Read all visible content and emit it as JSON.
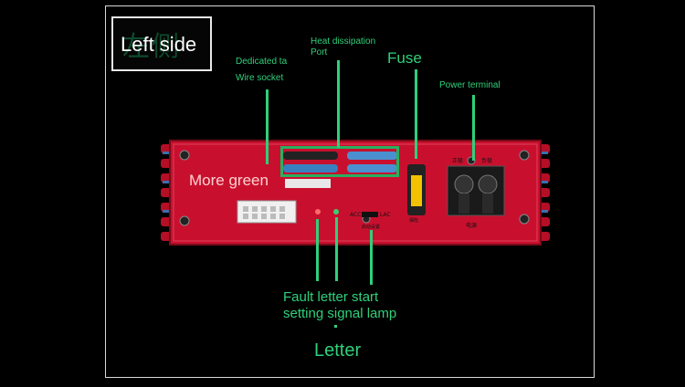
{
  "title": {
    "label": "Left side",
    "ghost_text": "左侧"
  },
  "callouts": {
    "dedicated_line1": "Dedicated ta",
    "dedicated_line2": "Wire socket",
    "heat_line1": "Heat dissipation",
    "heat_line2": "Port",
    "fuse": "Fuse",
    "power_terminal": "Power terminal",
    "more_green": "More green",
    "fault_line1": "Fault letter start",
    "fault_line2": "setting signal lamp",
    "letter": "Letter"
  },
  "device_labels": {
    "acc": "ACC",
    "lac": "LAC",
    "start_setting": "启动设置",
    "positive": "正极",
    "negative": "负极",
    "power": "电源",
    "fuse_cn": "保险"
  },
  "colors": {
    "annotation": "#2fd07a",
    "chassis": "#c8102e",
    "background": "#000000"
  }
}
